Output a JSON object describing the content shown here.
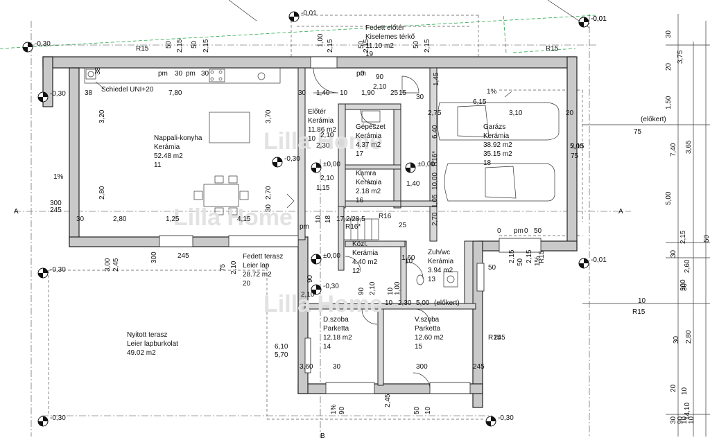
{
  "rooms": {
    "nappali": {
      "name": "Nappali-konyha",
      "floor": "Kerámia",
      "area": "52.48 m2",
      "num": "11"
    },
    "eloter": {
      "name": "Előtér",
      "floor": "Kerámia",
      "area": "11.86 m2",
      "num": "10"
    },
    "fedett_eloter": {
      "name": "Fedett előtér",
      "floor": "Kiselemes térkő",
      "area": "11.10 m2",
      "num": "19"
    },
    "gepeszet": {
      "name": "Gépészet",
      "floor": "Kerámia",
      "area": "4.37 m2",
      "num": "17"
    },
    "kamra": {
      "name": "Kamra",
      "floor": "Kerámia",
      "area": "2.18 m2",
      "num": "16"
    },
    "garazs": {
      "name": "Garázs",
      "floor": "Kerámia",
      "area1": "38.92 m2",
      "area2": "35.15 m2",
      "num": "18"
    },
    "kozl": {
      "name": "Közl.",
      "floor": "Kerámia",
      "area": "4.40 m2",
      "num": "12"
    },
    "zuh": {
      "name": "Zuh/wc",
      "floor": "Kerámia",
      "area": "3.94 m2",
      "num": "13"
    },
    "fedett_terasz": {
      "name": "Fedett terasz",
      "floor": "Leier lap",
      "area": "28.72 m2",
      "num": "20"
    },
    "nyitott_terasz": {
      "name": "Nyitott terasz",
      "floor": "Leier lapburkolat",
      "area": "49.02 m2"
    },
    "dszoba": {
      "name": "D.szoba",
      "floor": "Parketta",
      "area": "12.18 m2",
      "num": "14"
    },
    "vszoba": {
      "name": "V.szoba",
      "floor": "Parketta",
      "area": "12.60 m2",
      "num": "15"
    }
  },
  "labels": {
    "schiedel": "Schiedel UNI+20",
    "elokert": "(előkert)",
    "section_a": "A",
    "section_b": "B",
    "watermark": "Lilla Home"
  },
  "levels": [
    "-0,01",
    "-0,30",
    "±0,00",
    "±0,00",
    "±0,00",
    "-0,30",
    "-0,30",
    "-0,30",
    "-0,30",
    "-0,01",
    "-0,01",
    "-0,30",
    "-0,30",
    "-0,01"
  ],
  "dims": [
    "R15",
    "R15",
    "R15",
    "50",
    "2,15",
    "50",
    "2,15",
    "1,00",
    "2,15",
    "50",
    "2,15",
    "50",
    "2,15",
    "pm",
    "30",
    "pm",
    "30",
    "pm",
    "0",
    "38",
    "38",
    "7,80",
    "3,20",
    "2,80",
    "1%",
    "300",
    "245",
    "30",
    "2,80",
    "1,25",
    "4,15",
    "3,70",
    "2,70",
    "30",
    "90",
    "2,10",
    "1,40",
    "10",
    "1,90",
    "25",
    "15",
    "1,45",
    "30",
    "6,15",
    "1%",
    "2,75",
    "3,10",
    "20",
    "5,00",
    "(előkert)",
    "75",
    "2,10",
    "2,30",
    "6,40",
    "7,40",
    "3,65",
    "1,50",
    "30",
    "20",
    "3,75",
    "5,00",
    "2,15",
    "75",
    "2,10",
    "1,15",
    "10,00",
    "R16*",
    "1,40",
    "10",
    "18",
    "17,2/28,5",
    "R16*",
    "R16",
    "25",
    "1,05",
    "2,70",
    "30",
    "pm",
    "0",
    "pm",
    "0",
    "50",
    "30",
    "2,15",
    "50",
    "2,15",
    "50",
    "2,15",
    "1%",
    "R15",
    "300",
    "245",
    "3,00",
    "2,45",
    "75",
    "2,10",
    "1,60",
    "10",
    "2,60",
    "30",
    "90",
    "2,10",
    "90",
    "2,10",
    "10",
    "1,00",
    "10",
    "2,30",
    "5,00",
    "(előkert)",
    "10",
    "R15",
    "300",
    "245",
    "6,10",
    "5,70",
    "30",
    "2,80",
    "3,60",
    "30",
    "300",
    "245",
    "1%",
    "90",
    "2,45",
    "50",
    "10",
    "10",
    "90",
    "10",
    "14,10",
    "10",
    "50",
    "30",
    "20"
  ]
}
